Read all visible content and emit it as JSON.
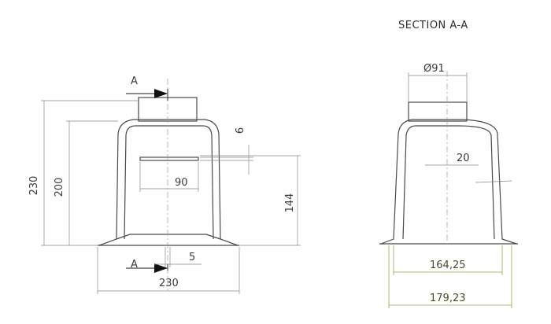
{
  "section_title": "SECTION A-A",
  "section_marks": {
    "top": "A",
    "bottom": "A"
  },
  "front_view": {
    "dims": {
      "overall_height": "230",
      "body_height": "200",
      "slot_width": "90",
      "slot_offset": "6",
      "slot_height": "144",
      "section_offset": "5",
      "base_width": "230"
    }
  },
  "section_view": {
    "dims": {
      "collar_diameter": "Ø91",
      "wall_thickness": "20",
      "inner_width": "164,25",
      "outer_width": "179,23"
    }
  },
  "colors": {
    "line": "#4a4a4a",
    "dimension": "#888888",
    "highlight": "#9aa44a",
    "arrow": "#111111"
  }
}
